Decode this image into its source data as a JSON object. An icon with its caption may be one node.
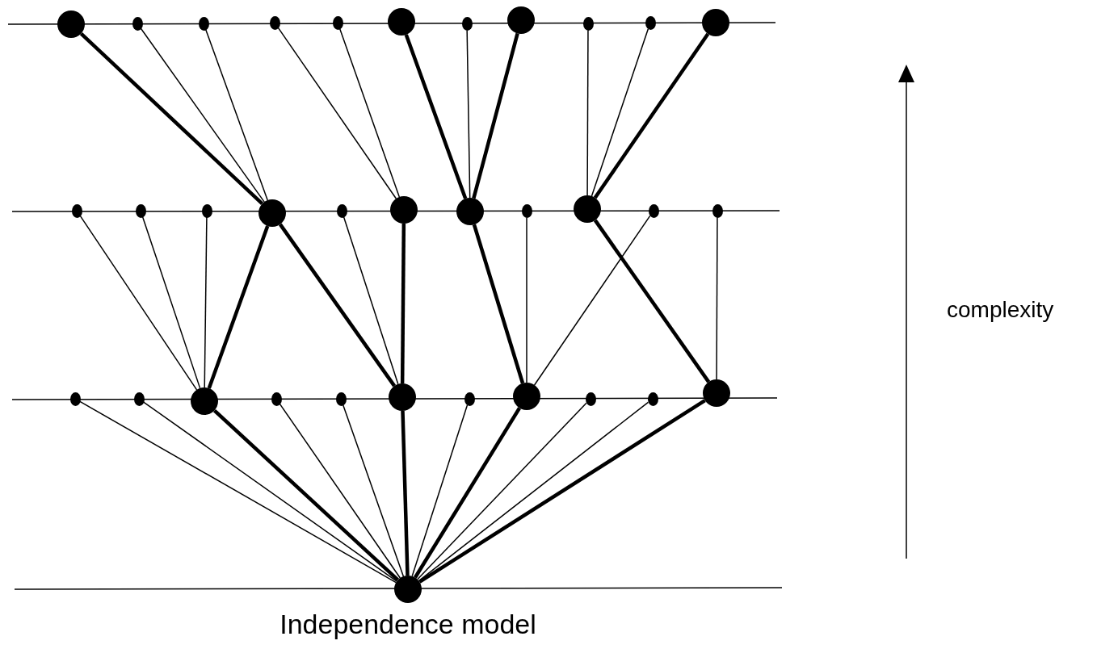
{
  "diagram": {
    "nodes": [
      {
        "text": [],
        "shape": "circle"
      },
      {
        "text": [],
        "shape": "circle"
      },
      {
        "text": [],
        "shape": "circle"
      },
      {
        "text": [],
        "shape": "circle"
      },
      {
        "text": [],
        "shape": "circle"
      },
      {
        "text": [],
        "shape": "circle"
      },
      {
        "text": [],
        "shape": "circle"
      },
      {
        "text": [],
        "shape": "circle"
      },
      {
        "text": [],
        "shape": "circle"
      },
      {
        "text": [],
        "shape": "circle"
      },
      {
        "text": [],
        "shape": "circle"
      },
      {
        "text": [],
        "shape": "circle"
      },
      {
        "text": [],
        "shape": "circle"
      },
      {
        "text": [],
        "shape": "circle"
      },
      {
        "text": [],
        "shape": "circle"
      },
      {
        "text": [],
        "shape": "circle"
      },
      {
        "text": [],
        "shape": "circle"
      },
      {
        "text": [],
        "shape": "circle"
      },
      {
        "text": [],
        "shape": "circle"
      },
      {
        "text": [],
        "shape": "circle"
      },
      {
        "text": [],
        "shape": "circle"
      },
      {
        "text": [],
        "shape": "circle"
      },
      {
        "text": [],
        "shape": "circle"
      },
      {
        "text": [],
        "shape": "circle"
      },
      {
        "text": [],
        "shape": "circle"
      },
      {
        "text": [],
        "shape": "circle"
      },
      {
        "text": [],
        "shape": "circle"
      },
      {
        "text": [],
        "shape": "circle"
      },
      {
        "text": [],
        "shape": "circle"
      },
      {
        "text": [],
        "shape": "circle"
      },
      {
        "text": [],
        "shape": "circle"
      },
      {
        "text": [],
        "shape": "circle"
      },
      {
        "text": [],
        "shape": "circle"
      },
      {
        "text": [],
        "shape": "circle",
        "beside": [
          "Independence model"
        ]
      }
    ],
    "edges": [
      {
        "from": 33,
        "to": 22,
        "arrow": "none"
      },
      {
        "from": 33,
        "to": 23,
        "arrow": "none"
      },
      {
        "from": 33,
        "to": 24,
        "arrow": "none",
        "style": "thick"
      },
      {
        "from": 33,
        "to": 25,
        "arrow": "none"
      },
      {
        "from": 33,
        "to": 26,
        "arrow": "none"
      },
      {
        "from": 33,
        "to": 27,
        "arrow": "none",
        "style": "thick"
      },
      {
        "from": 33,
        "to": 28,
        "arrow": "none"
      },
      {
        "from": 33,
        "to": 29,
        "arrow": "none",
        "style": "thick"
      },
      {
        "from": 33,
        "to": 30,
        "arrow": "none"
      },
      {
        "from": 33,
        "to": 31,
        "arrow": "none"
      },
      {
        "from": 33,
        "to": 32,
        "arrow": "none",
        "style": "thick"
      },
      {
        "from": 24,
        "to": 11,
        "arrow": "none"
      },
      {
        "from": 24,
        "to": 12,
        "arrow": "none"
      },
      {
        "from": 24,
        "to": 13,
        "arrow": "none"
      },
      {
        "from": 24,
        "to": 14,
        "arrow": "none",
        "style": "thick"
      },
      {
        "from": 27,
        "to": 14,
        "arrow": "none",
        "style": "thick"
      },
      {
        "from": 27,
        "to": 15,
        "arrow": "none"
      },
      {
        "from": 27,
        "to": 16,
        "arrow": "none",
        "style": "thick"
      },
      {
        "from": 29,
        "to": 17,
        "arrow": "none",
        "style": "thick"
      },
      {
        "from": 29,
        "to": 18,
        "arrow": "none"
      },
      {
        "from": 29,
        "to": 20,
        "arrow": "none"
      },
      {
        "from": 32,
        "to": 19,
        "arrow": "none",
        "style": "thick"
      },
      {
        "from": 32,
        "to": 21,
        "arrow": "none"
      },
      {
        "from": 14,
        "to": 0,
        "arrow": "none",
        "style": "thick"
      },
      {
        "from": 14,
        "to": 1,
        "arrow": "none"
      },
      {
        "from": 14,
        "to": 2,
        "arrow": "none"
      },
      {
        "from": 16,
        "to": 3,
        "arrow": "none"
      },
      {
        "from": 16,
        "to": 4,
        "arrow": "none"
      },
      {
        "from": 17,
        "to": 5,
        "arrow": "none",
        "style": "thick"
      },
      {
        "from": 17,
        "to": 6,
        "arrow": "none"
      },
      {
        "from": 17,
        "to": 7,
        "arrow": "none",
        "style": "thick"
      },
      {
        "from": 19,
        "to": 8,
        "arrow": "none"
      },
      {
        "from": 19,
        "to": 9,
        "arrow": "none"
      },
      {
        "from": 19,
        "to": 10,
        "arrow": "none",
        "style": "thick"
      }
    ],
    "labels": [
      "complexity"
    ]
  }
}
